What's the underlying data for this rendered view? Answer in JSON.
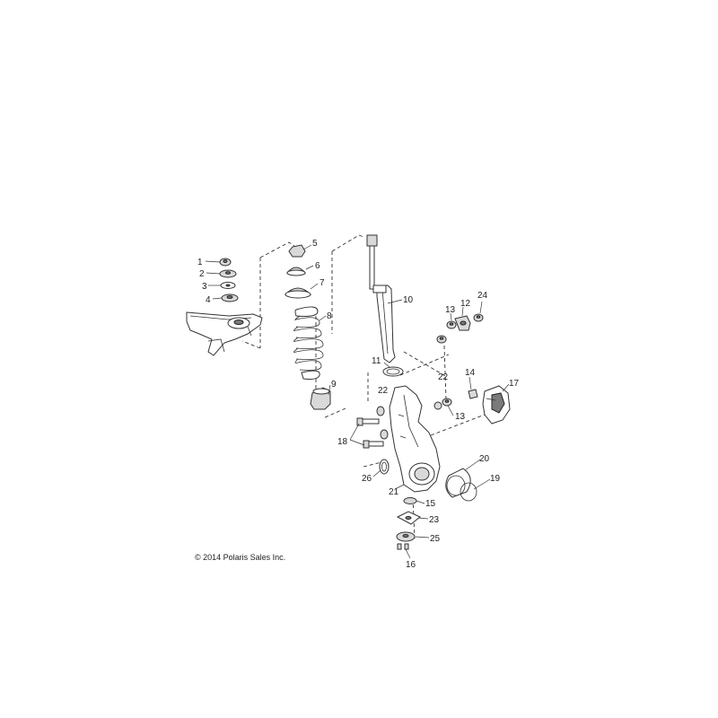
{
  "copyright": "© 2014 Polaris Sales Inc.",
  "callouts": {
    "c1": "1",
    "c2": "2",
    "c3": "3",
    "c4": "4",
    "c5": "5",
    "c6": "6",
    "c7": "7",
    "c8": "8",
    "c9": "9",
    "c10": "10",
    "c11": "11",
    "c12": "12",
    "c13a": "13",
    "c13b": "13",
    "c14": "14",
    "c15": "15",
    "c16": "16",
    "c17": "17",
    "c18": "18",
    "c19": "19",
    "c20": "20",
    "c21": "21",
    "c22a": "22",
    "c22b": "22",
    "c23": "23",
    "c24": "24",
    "c25": "25",
    "c26": "26"
  }
}
